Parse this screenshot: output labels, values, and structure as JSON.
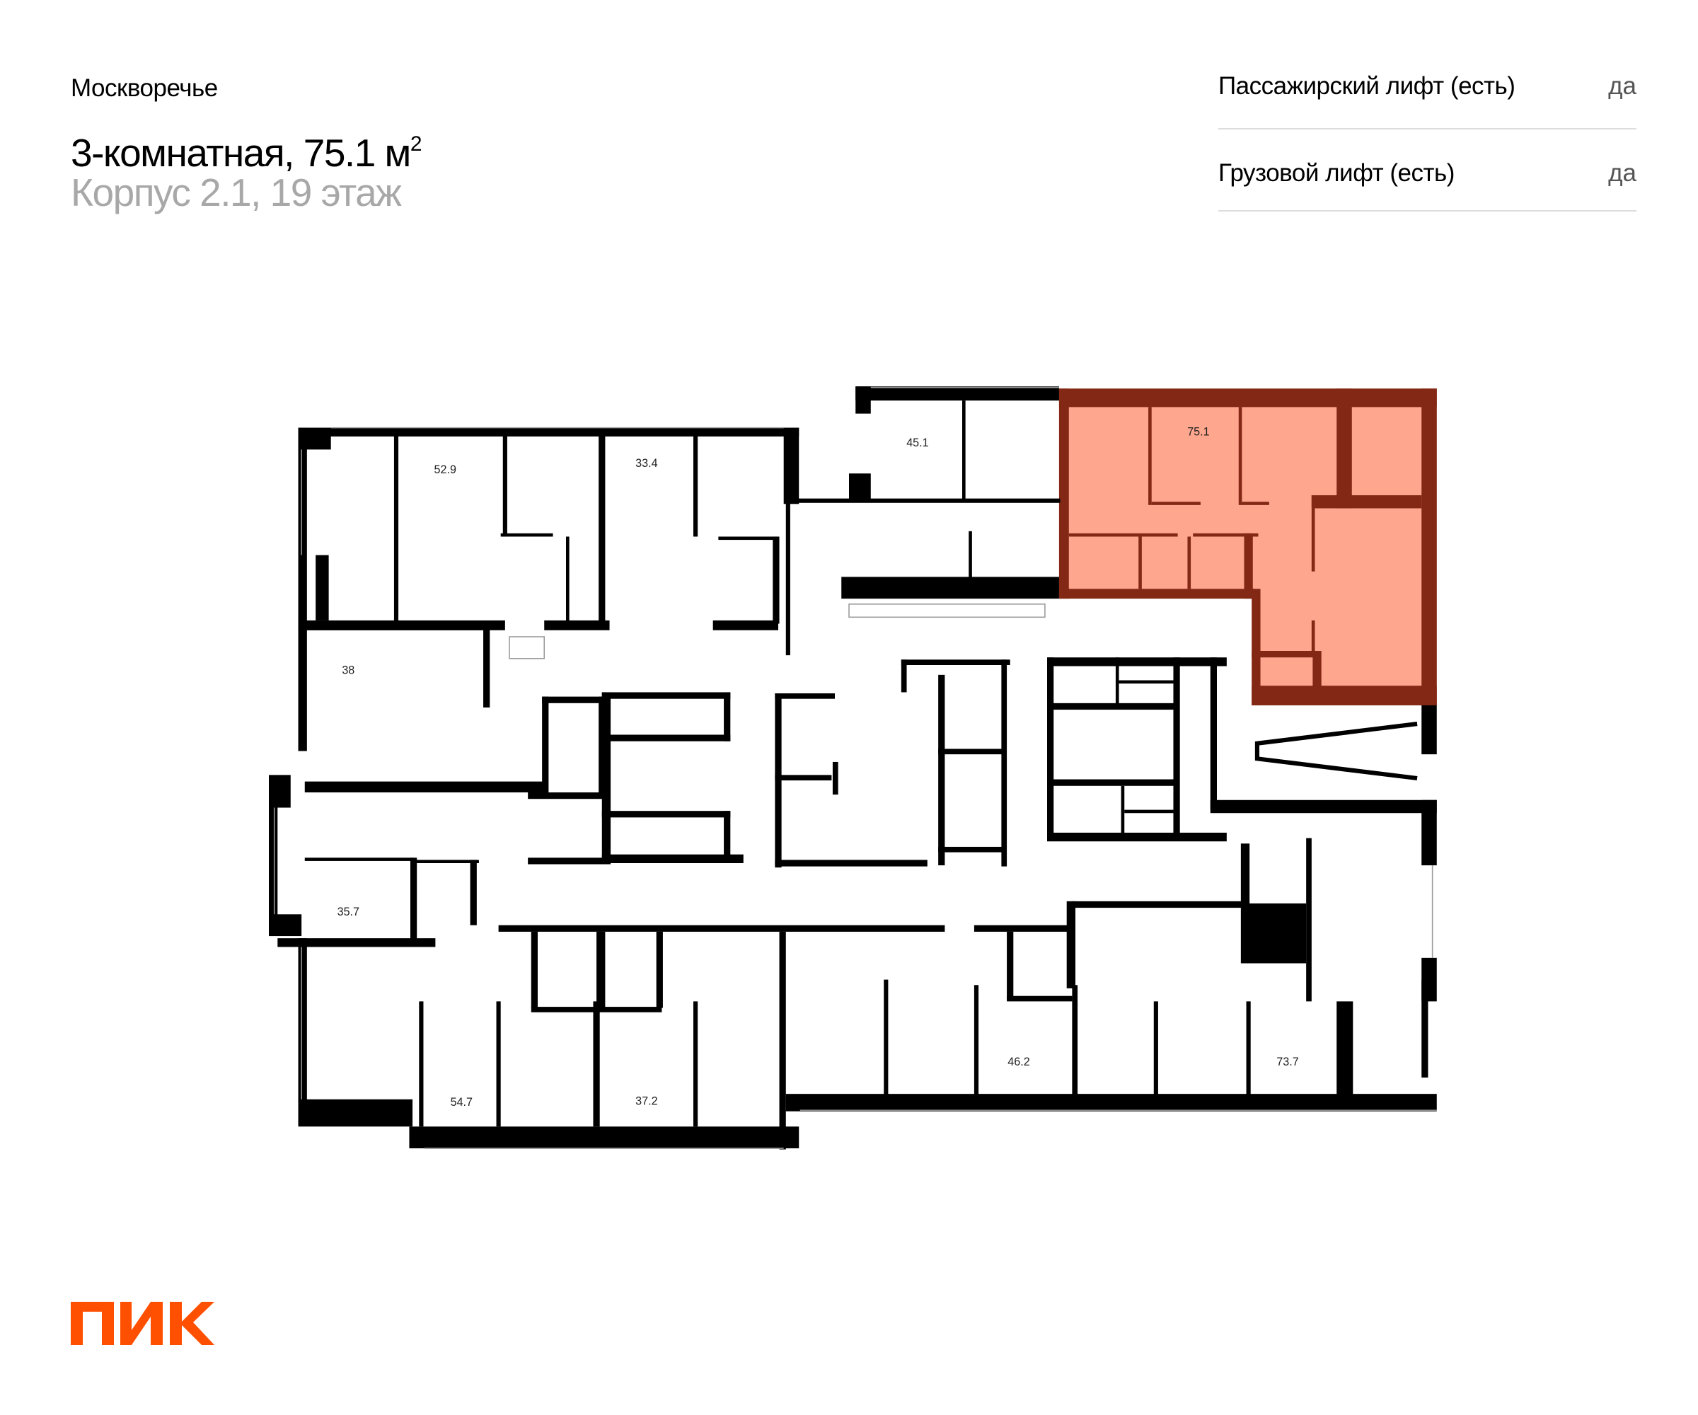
{
  "header": {
    "project_name": "Москворечье",
    "apartment_title": "3-комнатная, 75.1 м",
    "area_unit_superscript": "2",
    "building_floor": "Корпус 2.1, 19 этаж"
  },
  "features": [
    {
      "label": "Пассажирский лифт (есть)",
      "value": "да"
    },
    {
      "label": "Грузовой лифт (есть)",
      "value": "да"
    }
  ],
  "floor_plan": {
    "highlighted_apartment": {
      "area": "75.1",
      "fill_color": "#FFA68E",
      "wall_color": "#822815"
    },
    "apartment_areas": [
      "52.9",
      "33.4",
      "45.1",
      "75.1",
      "38",
      "35.7",
      "54.7",
      "37.2",
      "46.2",
      "73.7"
    ],
    "wall_color": "#000000"
  },
  "logo": {
    "text": "ПИК",
    "color": "#FF4F00"
  }
}
